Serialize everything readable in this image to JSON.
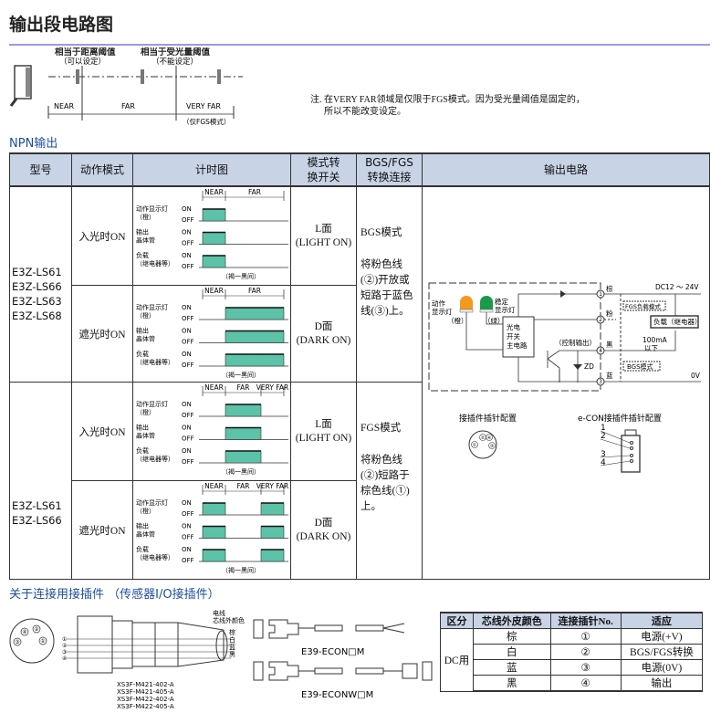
{
  "title": "输出段电路图",
  "zone_diagram": {
    "threshold1": [
      "相当于距离阈值",
      "（可以设定）"
    ],
    "threshold2": [
      "相当于受光量阈值",
      "（不能设定）"
    ],
    "near": "NEAR",
    "far": "FAR",
    "very_far": "VERY FAR",
    "fgs_only": "（仅FGS模式）"
  },
  "note": [
    "注. 在VERY FAR领域是仅限于FGS模式。因为受光量阈值是固定的，",
    "所以不能改变设定。"
  ],
  "npn_title": "NPN输出",
  "table": {
    "headers": [
      "型号",
      "动作模式",
      "计时图",
      "模式转换开关",
      "BGS/FGS转换连接",
      "输出电路"
    ],
    "groups": [
      {
        "models": [
          "E3Z-LS61",
          "E3Z-LS66",
          "E3Z-LS63",
          "E3Z-LS68"
        ],
        "bgs_mode": "BGS模式",
        "bgs_desc": "将粉色线(②)开放或短路于蓝色线(③)上。",
        "rows": [
          {
            "mode": "入光时ON",
            "switch": [
              "L面",
              "(LIGHT ON)"
            ],
            "zones": [
              "NEAR",
              "FAR"
            ],
            "on_zones": [
              "NEAR"
            ]
          },
          {
            "mode": "遮光时ON",
            "switch": [
              "D面",
              "(DARK ON)"
            ],
            "zones": [
              "NEAR",
              "FAR"
            ],
            "on_zones": [
              "FAR"
            ]
          }
        ]
      },
      {
        "models": [
          "E3Z-LS61",
          "E3Z-LS66"
        ],
        "bgs_mode": "FGS模式",
        "bgs_desc": "将粉色线(②)短路于棕色线(①)上。",
        "rows": [
          {
            "mode": "入光时ON",
            "switch": [
              "L面",
              "(LIGHT ON)"
            ],
            "zones": [
              "NEAR",
              "FAR",
              "VERY FAR"
            ],
            "on_zones": [
              "FAR"
            ]
          },
          {
            "mode": "遮光时ON",
            "switch": [
              "D面",
              "(DARK ON)"
            ],
            "zones": [
              "NEAR",
              "FAR",
              "VERY FAR"
            ],
            "on_zones": [
              "NEAR",
              "VERY FAR"
            ]
          }
        ]
      }
    ],
    "timing_labels": {
      "signals": [
        [
          "动作显示灯",
          "（橙）"
        ],
        [
          "输出",
          "晶体管"
        ],
        [
          "负载",
          "（继电器等）"
        ]
      ],
      "on": "ON",
      "off": "OFF",
      "footer": "（褐一黑间）"
    }
  },
  "circuit": {
    "led1": [
      "动作",
      "显示灯",
      "（橙）"
    ],
    "led2": [
      "稳定",
      "显示灯",
      "（绿）"
    ],
    "main": [
      "光电",
      "开关",
      "主电路"
    ],
    "ctrl": "（控制输出）",
    "zd": "ZD",
    "wires": {
      "brown": "棕",
      "pink": "粉",
      "black": "黑",
      "blue": "蓝"
    },
    "fgs": "FGS负载模式",
    "bgs": "BGS模式",
    "load": "负载（继电器）",
    "current": [
      "100mA",
      "以下"
    ],
    "vplus": "DC12 ～ 24V",
    "v0": "0V",
    "pin_title": "接插件插针配置",
    "econ_title": "e-CON接插件插针配置",
    "pins": [
      "①",
      "②",
      "③",
      "④"
    ],
    "econ_pins": [
      "1",
      "2",
      "3",
      "4"
    ]
  },
  "section2_title": "关于连接用接插件 （传感器I/O接插件）",
  "cable": {
    "wire_label": [
      "电线",
      "芯线外颜色"
    ],
    "colors": [
      "棕",
      "白",
      "蓝",
      "黑"
    ],
    "models": [
      "XS3F-M421-402-A",
      "XS3F-M421-405-A",
      "XS3F-M422-402-A",
      "XS3F-M422-405-A"
    ],
    "econ1": "E39-ECON□M",
    "econ2": "E39-ECONW□M"
  },
  "pin_table": {
    "headers": [
      "区分",
      "芯线外皮颜色",
      "连接插针No.",
      "适应"
    ],
    "group": "DC用",
    "rows": [
      [
        "棕",
        "①",
        "电源(+V)"
      ],
      [
        "白",
        "②",
        "BGS/FGS转换"
      ],
      [
        "蓝",
        "③",
        "电源(0V)"
      ],
      [
        "黑",
        "④",
        "输出"
      ]
    ]
  },
  "colors": {
    "accent": "#1e4f9c",
    "header_bg": "#c8d3e6",
    "wave": "#5cc2a8",
    "led_orange": "#f39a1e",
    "led_green": "#1a9a4a"
  }
}
